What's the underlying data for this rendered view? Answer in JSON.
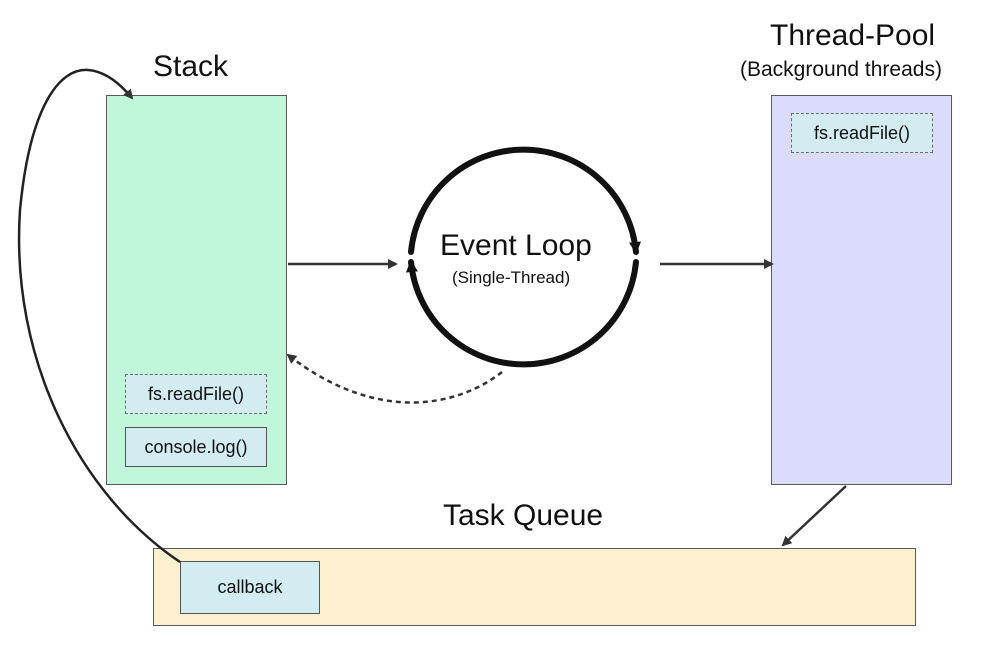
{
  "stack": {
    "title": "Stack",
    "items": [
      {
        "label": "fs.readFile()",
        "style": "dashed"
      },
      {
        "label": "console.log()",
        "style": "solid"
      }
    ]
  },
  "event_loop": {
    "title": "Event Loop",
    "subtitle": "(Single-Thread)"
  },
  "thread_pool": {
    "title": "Thread-Pool",
    "subtitle": "(Background threads)",
    "items": [
      {
        "label": "fs.readFile()",
        "style": "dashed"
      }
    ]
  },
  "task_queue": {
    "title": "Task Queue",
    "items": [
      {
        "label": "callback",
        "style": "solid"
      }
    ]
  },
  "colors": {
    "stack_bg": "#c0f7da",
    "thread_pool_bg": "#dbdcfb",
    "task_queue_bg": "#fdf0d0",
    "item_bg": "#d2ecf1",
    "stroke": "#333333"
  }
}
